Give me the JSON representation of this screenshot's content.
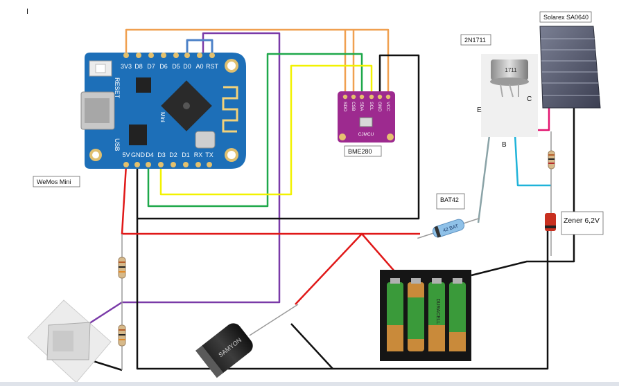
{
  "corner_mark": "I",
  "labels": {
    "wemos": "WeMos Mini",
    "bme": "BME280",
    "bme_chip": "CJMCU",
    "transistor": "2N1711",
    "transistor_marking": "1711",
    "solar": "Solarex SA0640",
    "bat42": "BAT42",
    "zener": "Zener 6,2V",
    "emitter": "E",
    "collector": "C",
    "base": "B",
    "diode_marking": "42 BAT",
    "capacitor_marking": "SAMYON",
    "battery_brand": "DURACELL"
  },
  "wemos_pins_top": [
    "3V3",
    "D8",
    "D7",
    "D6",
    "D5",
    "D0",
    "A0",
    "RST"
  ],
  "wemos_pins_bottom": [
    "5V",
    "GND",
    "D4",
    "D3",
    "D2",
    "D1",
    "RX",
    "TX"
  ],
  "wemos_side": {
    "reset": "RESET",
    "usb": "USB",
    "chip": "Mini"
  },
  "bme_pins": [
    "SDO",
    "CSB",
    "SDA",
    "SCL",
    "GND",
    "VCC"
  ],
  "wire_colors": {
    "orange": "#f0a050",
    "purple": "#7a3aa8",
    "green": "#1ea84a",
    "yellow": "#f2f200",
    "black": "#111111",
    "red": "#e01818",
    "pink": "#e2136f",
    "cyan": "#1fb3d9",
    "gray": "#8aa3a7",
    "blue_link": "#4d82c8"
  }
}
